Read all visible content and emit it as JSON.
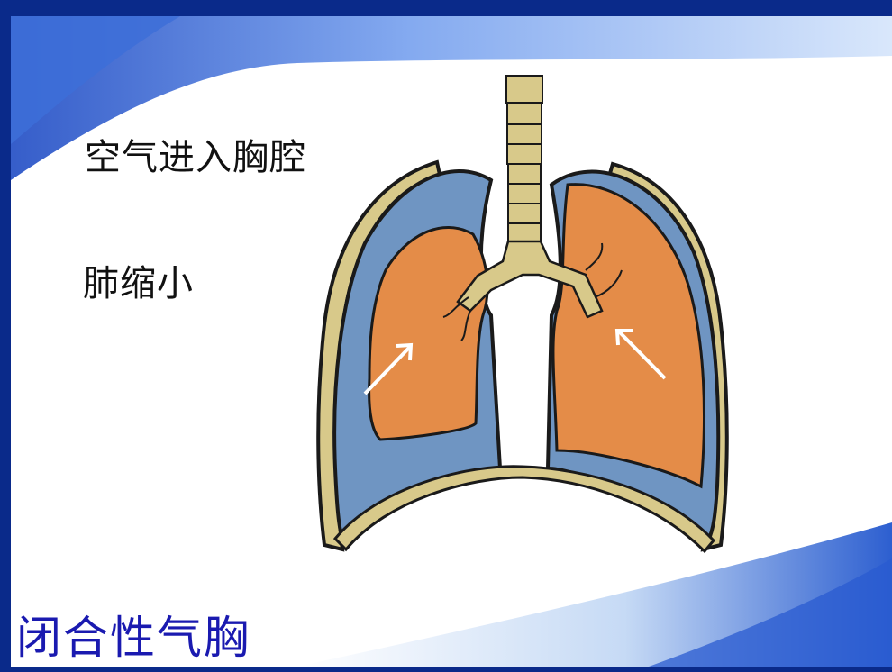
{
  "slide": {
    "title": "闭合性气胸",
    "captions": [
      "空气进入胸腔",
      "肺缩小"
    ]
  },
  "colors": {
    "background_dark": "#0a2a8a",
    "panel": "#ffffff",
    "lung": "#e48c48",
    "pleural_space": "#6f95c2",
    "bone": "#d8c98a",
    "outline": "#1a1a1a",
    "title": "#1a1ab0"
  },
  "diagram": {
    "structures": [
      "trachea",
      "bronchi",
      "left-lung",
      "right-lung",
      "pleural-air",
      "chest-wall",
      "diaphragm"
    ],
    "arrows": [
      "left-arrow-icon",
      "right-arrow-icon"
    ]
  }
}
